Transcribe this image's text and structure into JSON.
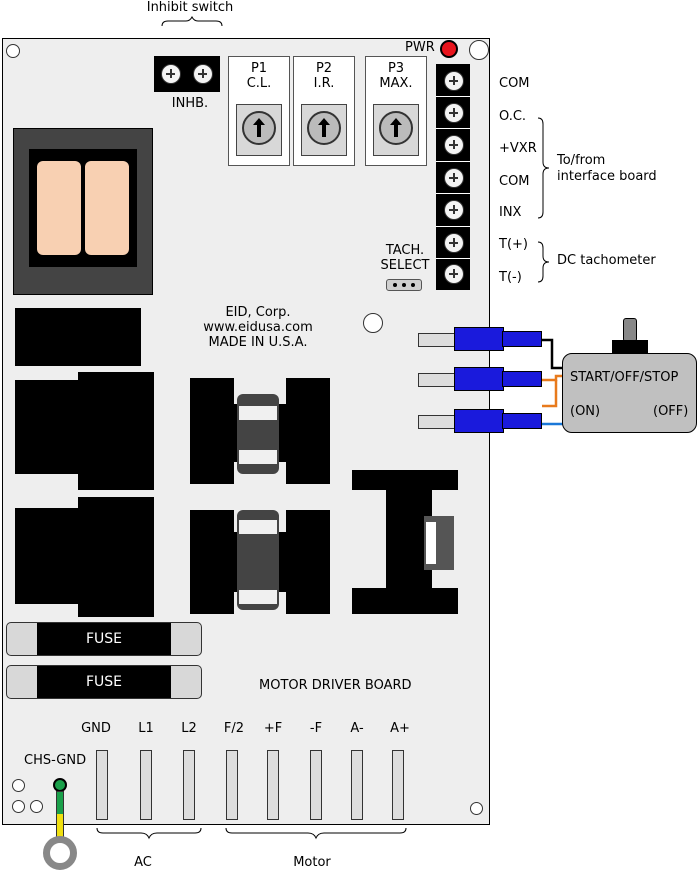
{
  "top_labels": {
    "inhibit_switch": "Inhibit switch",
    "inhb": "INHB.",
    "pwr": "PWR"
  },
  "pots": [
    {
      "line1": "P1",
      "line2": "C.L."
    },
    {
      "line1": "P2",
      "line2": "I.R."
    },
    {
      "line1": "P3",
      "line2": "MAX."
    }
  ],
  "terminals": [
    "COM",
    "O.C.",
    "+VXR",
    "COM",
    "INX",
    "T(+)",
    "T(-)"
  ],
  "groups": {
    "interface": [
      "To/from",
      "interface board"
    ],
    "tach": "DC tachometer"
  },
  "tach_select": [
    "TACH.",
    "SELECT"
  ],
  "company": [
    "EID, Corp.",
    "www.eidusa.com",
    "MADE IN U.S.A."
  ],
  "switch": {
    "label": "START/OFF/STOP",
    "on": "(ON)",
    "off": "(OFF)"
  },
  "fuses": [
    "FUSE",
    "FUSE"
  ],
  "board_title": "MOTOR DRIVER BOARD",
  "bottom_terms": [
    "GND",
    "L1",
    "L2",
    "F/2",
    "+F",
    "-F",
    "A-",
    "A+"
  ],
  "chs_gnd": "CHS-GND",
  "bottom_groups": {
    "ac": "AC",
    "motor": "Motor"
  },
  "colors": {
    "board": "#eeeeee",
    "led": "#e8141c",
    "relay": "#f8d0b2",
    "connector": "#1a1adc",
    "wire_orange": "#e87a1c",
    "wire_blue": "#1a78d8",
    "ground_green": "#1aa04a",
    "ground_yellow": "#f0e010"
  }
}
